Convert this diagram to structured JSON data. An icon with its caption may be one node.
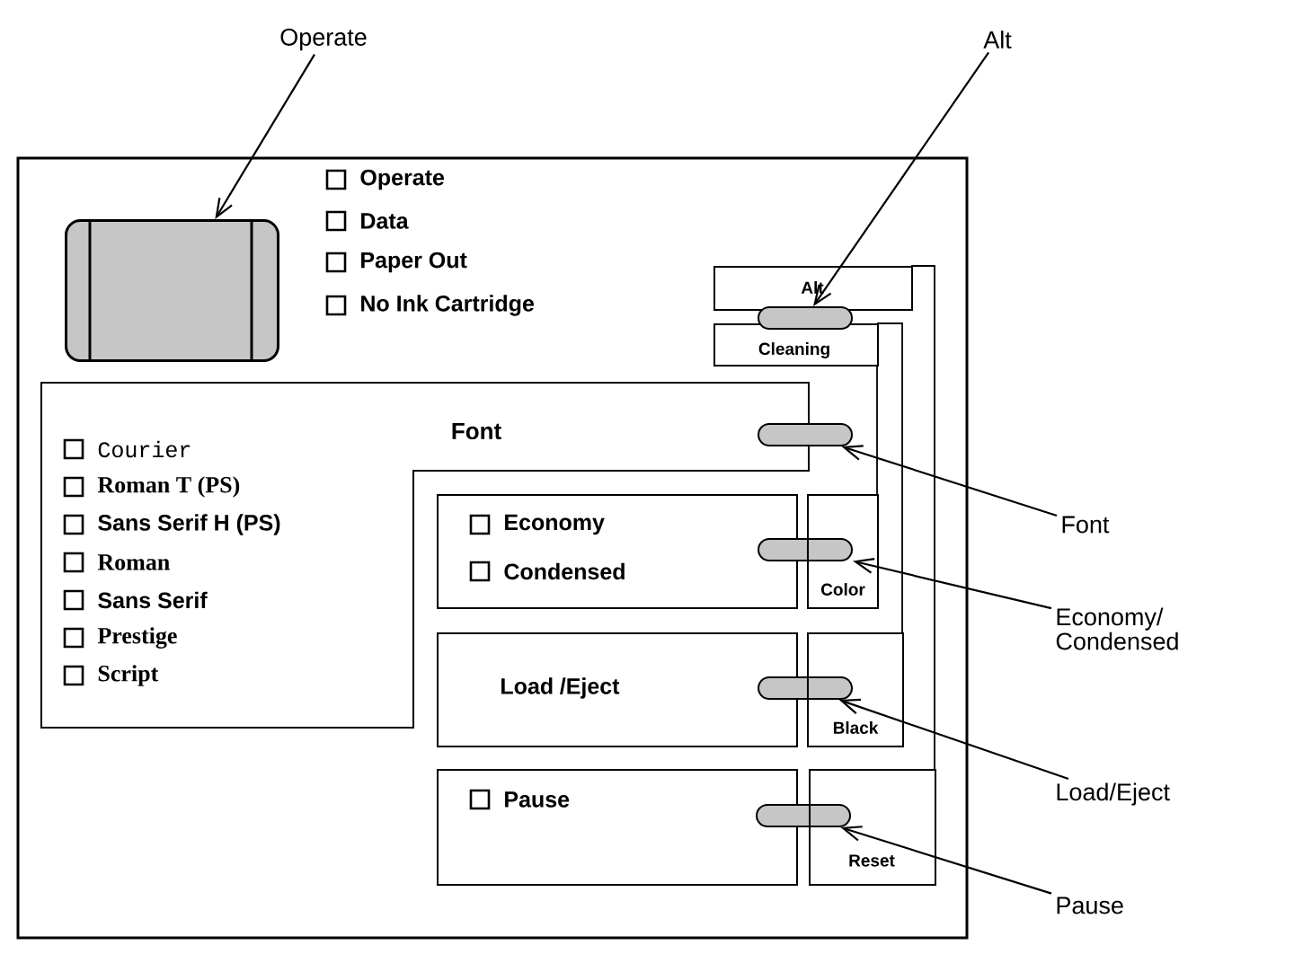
{
  "diagram": {
    "nodes": [
      {
        "text": [
          "Operate"
        ]
      },
      {
        "text": [
          "Alt"
        ]
      },
      {
        "text": [],
        "shape": "button"
      },
      {
        "text": [
          "Alt"
        ]
      },
      {
        "text": [
          "Cleaning"
        ]
      },
      {
        "text": [],
        "shape": "button"
      },
      {
        "text": [
          "Font",
          "Courier",
          "Roman T (PS)",
          "Sans Serif H (PS)",
          "Roman",
          "Sans Serif",
          "Prestige",
          "Script"
        ]
      },
      {
        "text": [],
        "shape": "button"
      },
      {
        "text": [
          "Economy",
          "Condensed"
        ]
      },
      {
        "text": [],
        "shape": "button"
      },
      {
        "text": [
          "Color"
        ]
      },
      {
        "text": [
          "Load /Eject"
        ]
      },
      {
        "text": [],
        "shape": "button"
      },
      {
        "text": [
          "Black"
        ]
      },
      {
        "text": [
          "Pause"
        ]
      },
      {
        "text": [],
        "shape": "button"
      },
      {
        "text": [
          "Reset"
        ]
      },
      {
        "text": [
          "Font"
        ]
      },
      {
        "text": [
          "Economy/ Condensed"
        ]
      },
      {
        "text": [
          "Load/Eject"
        ]
      },
      {
        "text": [
          "Pause"
        ]
      }
    ],
    "edges": [
      {
        "from": 0,
        "to": 2,
        "arrow": "to"
      },
      {
        "from": 1,
        "to": 5,
        "arrow": "to"
      },
      {
        "from": 17,
        "to": 7,
        "arrow": "to"
      },
      {
        "from": 18,
        "to": 9,
        "arrow": "to"
      },
      {
        "from": 19,
        "to": 12,
        "arrow": "to"
      },
      {
        "from": 20,
        "to": 15,
        "arrow": "to"
      }
    ],
    "labels": [
      "Operate",
      "Data",
      "Paper Out",
      "No Ink Cartridge"
    ]
  }
}
